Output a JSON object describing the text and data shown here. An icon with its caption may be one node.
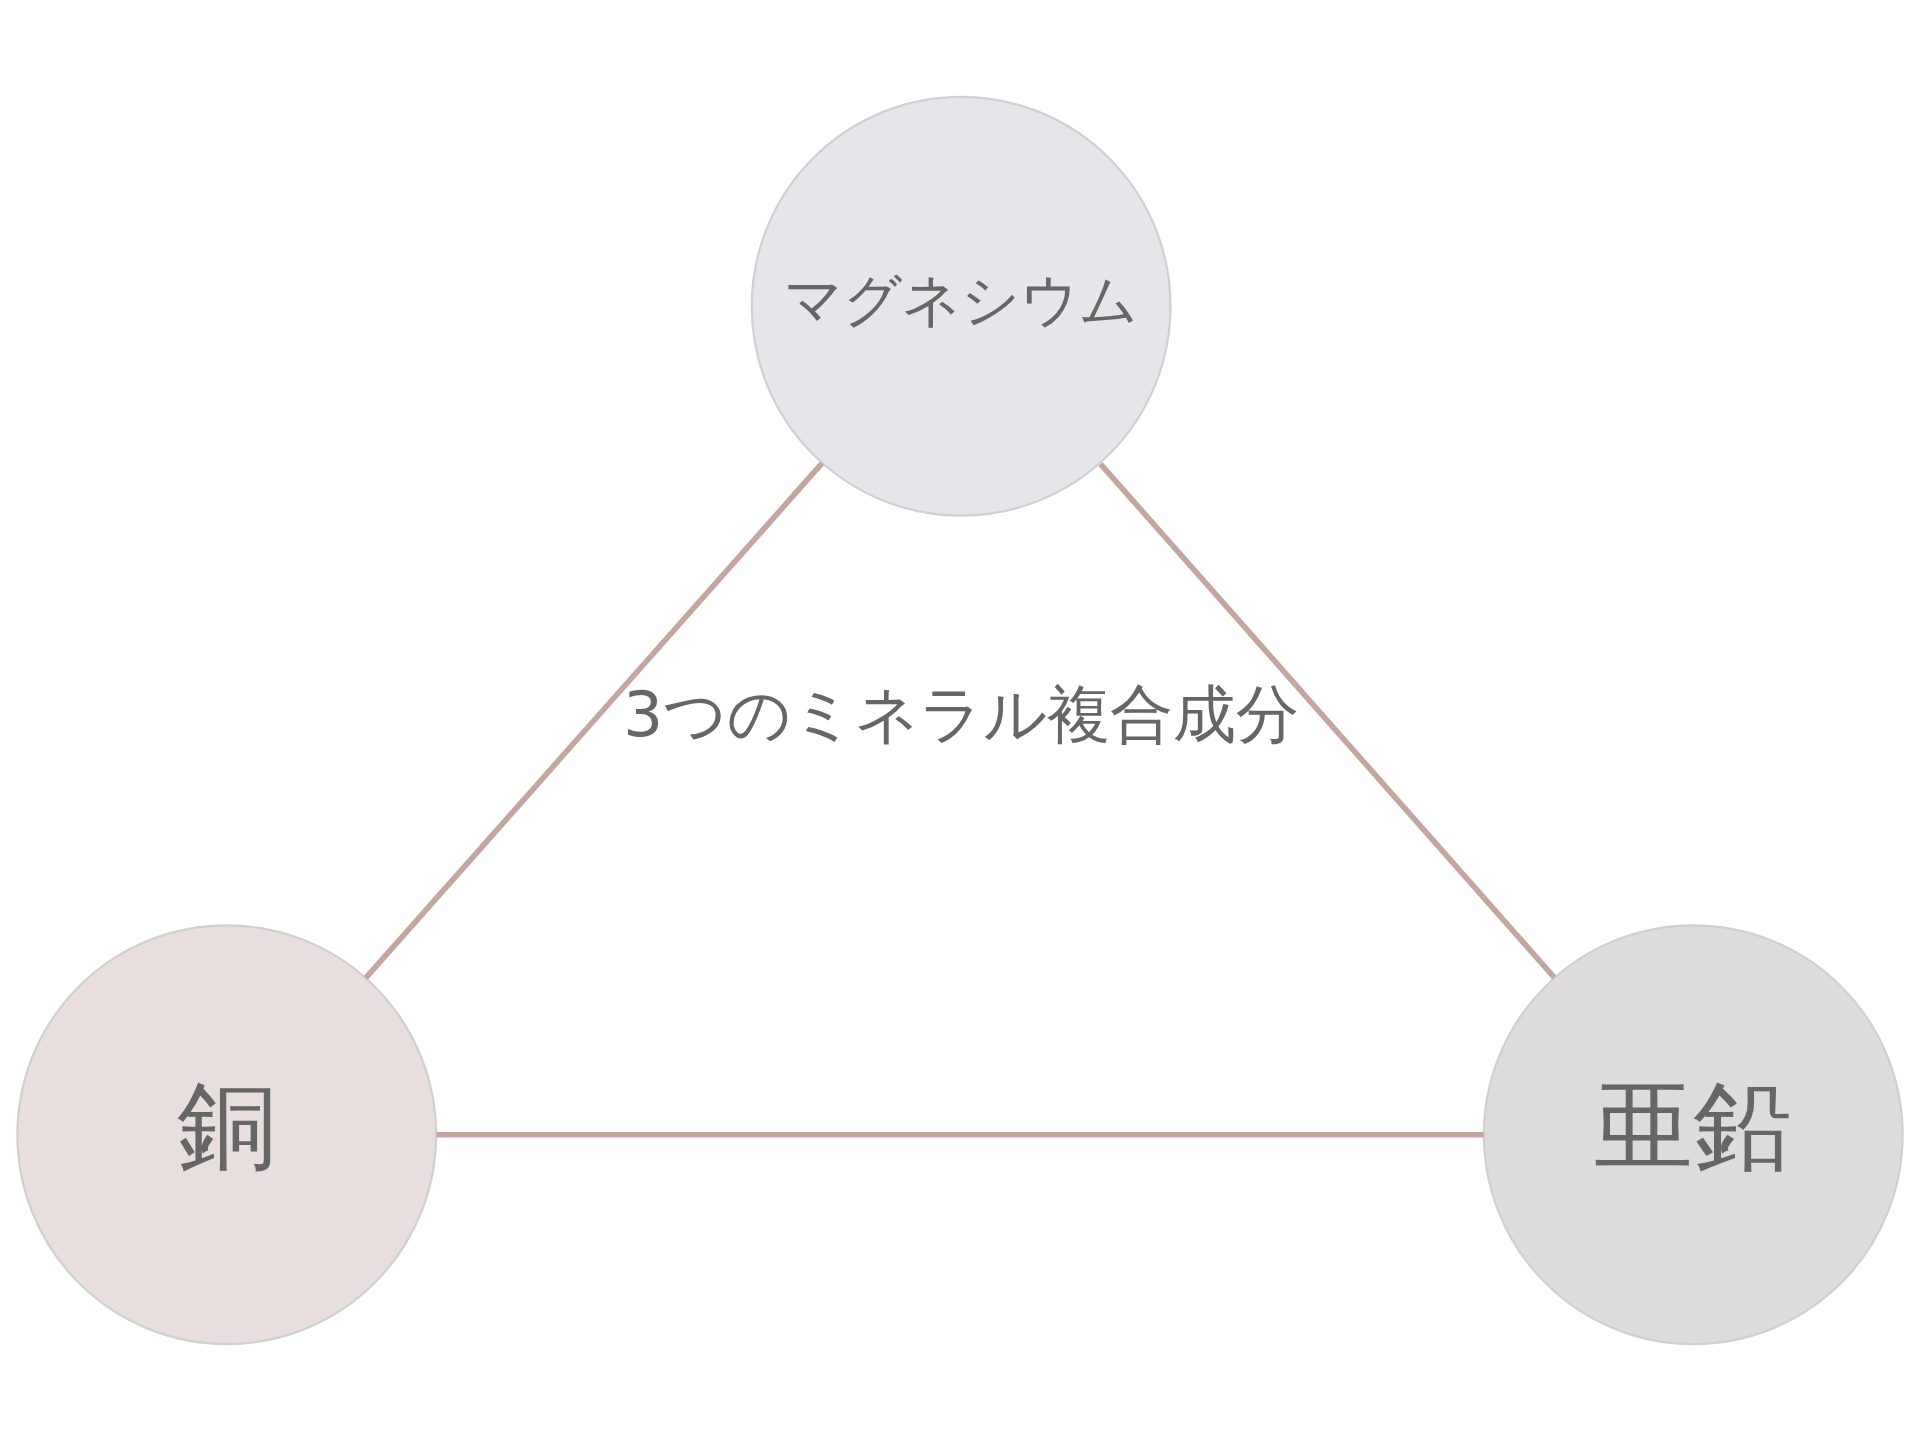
{
  "diagram": {
    "nodes": [
      {
        "text": [
          "マグネシウム"
        ]
      },
      {
        "text": [
          "銅"
        ]
      },
      {
        "text": [
          "亜鉛"
        ]
      }
    ],
    "edges": [
      {
        "from": 0,
        "to": 1,
        "arrow": "none"
      },
      {
        "from": 0,
        "to": 2,
        "arrow": "none"
      },
      {
        "from": 1,
        "to": 2,
        "arrow": "none"
      }
    ],
    "labels": [
      "3つのミネラル複合成分"
    ]
  }
}
